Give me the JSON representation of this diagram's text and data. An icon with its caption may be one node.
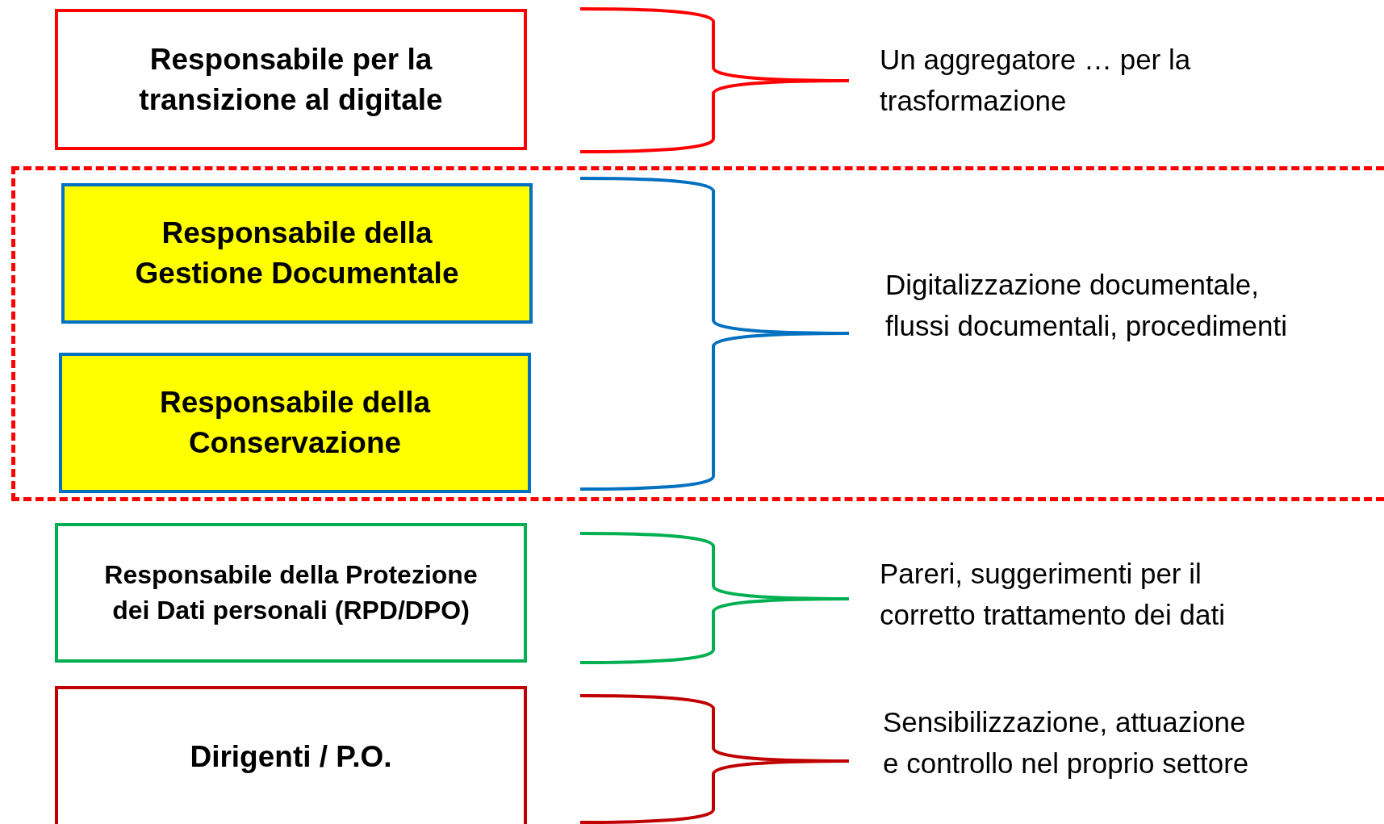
{
  "diagram": {
    "nodes": [
      {
        "text": [
          "Responsabile per la transizione al digitale"
        ]
      },
      {
        "text": [],
        "shape": "box"
      },
      {
        "text": [
          "Responsabile della Gestione Documentale"
        ],
        "in": 1
      },
      {
        "text": [
          "Responsabile della Conservazione"
        ],
        "in": 1
      },
      {
        "text": [
          "Responsabile della Protezione dei Dati personali (RPD/DPO)"
        ]
      },
      {
        "text": [
          "Dirigenti / P.O."
        ]
      }
    ],
    "edges": [],
    "labels": [
      "Un aggregatore … per la trasformazione",
      "Digitalizzazione documentale, flussi documentali, procedimenti",
      "Pareri, suggerimenti per il corretto trattamento dei dati",
      "Sensibilizzazione, attuazione e controllo nel proprio settore"
    ]
  }
}
